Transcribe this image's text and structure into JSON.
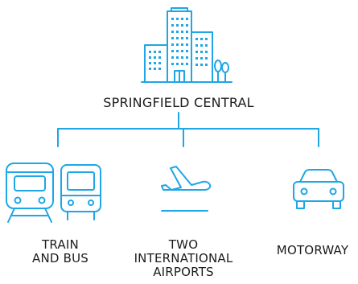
{
  "colors": {
    "accent": "#1ea6e6",
    "text": "#1b1b1b",
    "background": "#ffffff"
  },
  "hub": {
    "icon": "city-buildings-icon",
    "label": "SPRINGFIELD CENTRAL"
  },
  "branches": [
    {
      "icons": [
        "train-icon",
        "bus-icon"
      ],
      "label": "TRAIN\nAND BUS"
    },
    {
      "icons": [
        "airplane-takeoff-icon"
      ],
      "label": "TWO\nINTERNATIONAL\nAIRPORTS"
    },
    {
      "icons": [
        "car-icon"
      ],
      "label": "MOTORWAY"
    }
  ]
}
